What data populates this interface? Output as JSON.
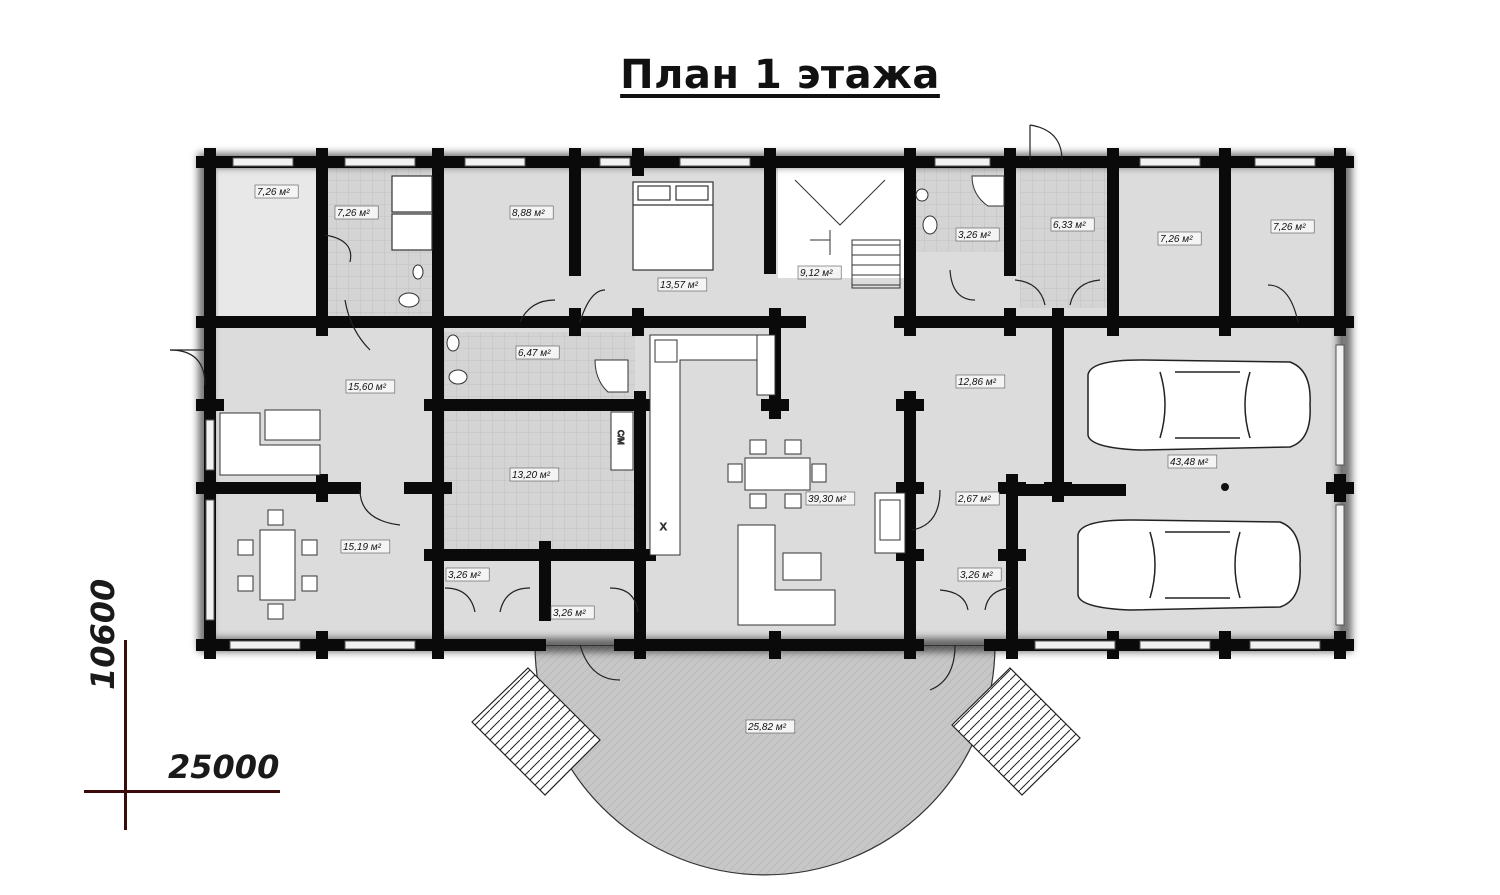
{
  "title": "План 1 этажа",
  "dimensions": {
    "width_label": "25000",
    "height_label": "10600"
  },
  "rooms": [
    {
      "id": "hall-left",
      "label": "7,26 м²"
    },
    {
      "id": "bath-top-left",
      "label": "7,26 м²"
    },
    {
      "id": "room-888",
      "label": "8,88 м²"
    },
    {
      "id": "bedroom",
      "label": "13,57 м²"
    },
    {
      "id": "stair",
      "label": "9,12 м²"
    },
    {
      "id": "wc-top",
      "label": "3,26 м²"
    },
    {
      "id": "room-633",
      "label": "6,33 м²"
    },
    {
      "id": "room-726a",
      "label": "7,26 м²"
    },
    {
      "id": "room-726b",
      "label": "7,26 м²"
    },
    {
      "id": "living-left",
      "label": "15,60 м²"
    },
    {
      "id": "bath-mid",
      "label": "6,47 м²"
    },
    {
      "id": "sauna",
      "label": "13,20 м²"
    },
    {
      "id": "kitchen-dining",
      "label": "39,30 м²"
    },
    {
      "id": "hall-right",
      "label": "12,86 м²"
    },
    {
      "id": "garage",
      "label": "43,48 м²"
    },
    {
      "id": "dining-left",
      "label": "15,19 м²"
    },
    {
      "id": "vest-a",
      "label": "3,26 м²"
    },
    {
      "id": "vest-b",
      "label": "3,26 м²"
    },
    {
      "id": "vest-c",
      "label": "2,67 м²"
    },
    {
      "id": "vest-d",
      "label": "3,26 м²"
    },
    {
      "id": "terrace",
      "label": "25,82 м²"
    }
  ],
  "fixtures": {
    "shower_label": "С/М",
    "stove_label": "X"
  },
  "colors": {
    "wall": "#0a0a0a",
    "floor": "#dcdcdc",
    "tile": "#cfcfcf",
    "axis": "#3b0a0a"
  }
}
